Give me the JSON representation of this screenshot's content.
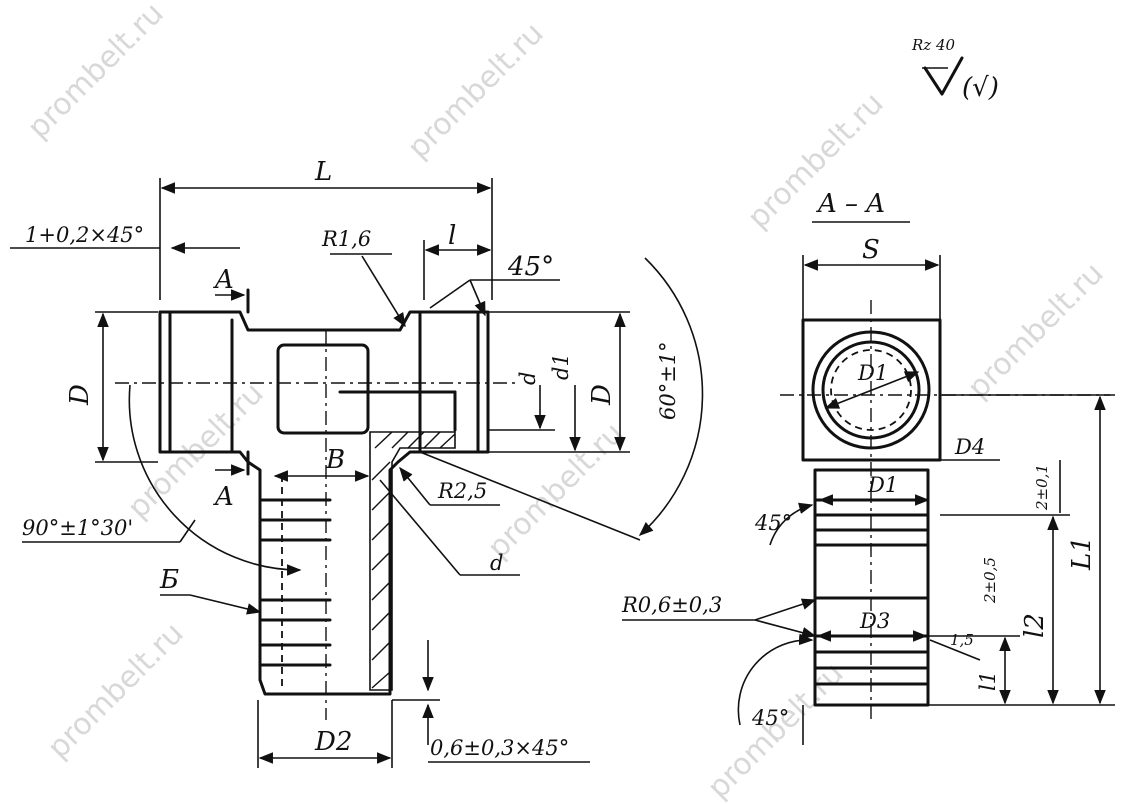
{
  "watermark": "prombelt.ru",
  "roughness": {
    "value": "Rz 40",
    "extra": "(√)"
  },
  "main_view": {
    "L": "L",
    "chamfer_top": "1+0,2×45°",
    "section_mark": "A",
    "r_top": "R1,6",
    "l": "l",
    "angle_45": "45°",
    "D": "D",
    "d": "d",
    "d1": "d1",
    "D_right": "D",
    "angle_60": "60°±1°",
    "B": "B",
    "r_mid": "R2,5",
    "angle_90": "90°±1°30'",
    "b_letter": "Б",
    "small_d": "d",
    "D2": "D2",
    "chamfer_bottom": "0,6±0,3×45°"
  },
  "section_view": {
    "title": "A – A",
    "S": "S",
    "D1_top": "D1",
    "D4": "D4",
    "D1_mid": "D1",
    "angle_45_top": "45°",
    "radius": "R0,6±0,3",
    "D3": "D3",
    "angle_45_bottom": "45°",
    "L1": "L1",
    "l2": "l2",
    "l1": "l1",
    "dim_a": "2±0,1",
    "dim_b": "2±0,5",
    "dim_c": "1,5"
  }
}
